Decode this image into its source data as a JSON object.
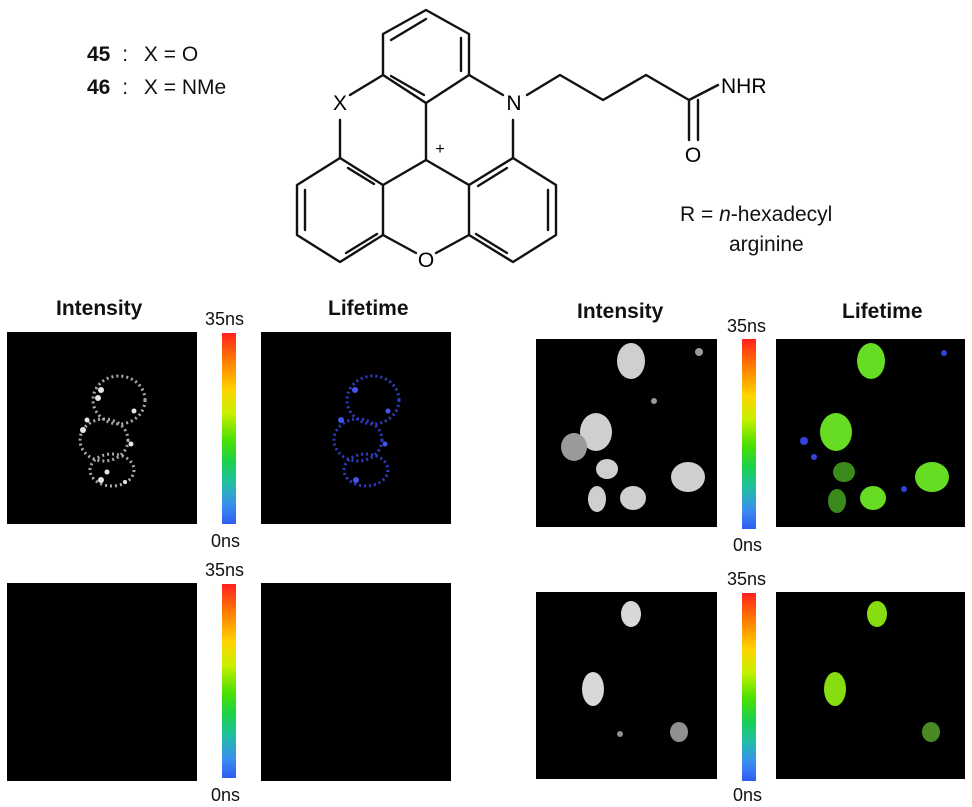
{
  "compounds": {
    "c45": {
      "number": "45",
      "sep": ":",
      "formula": "X = O"
    },
    "c46": {
      "number": "46",
      "sep": ":",
      "formula": "X = NMe"
    }
  },
  "structure": {
    "atom_x": "X",
    "atom_n": "N",
    "atom_o_ring": "O",
    "atom_o_carbonyl": "O",
    "charge": "+",
    "amide": "NHR"
  },
  "substituent": {
    "prefix": "R = ",
    "italic": "n",
    "rest": "-hexadecyl",
    "line2": "arginine"
  },
  "panels": {
    "intensity_label": "Intensity",
    "lifetime_label": "Lifetime"
  },
  "scale": {
    "max": "35ns",
    "min": "0ns"
  },
  "colors": {
    "scale_top": "#ff2020",
    "scale_bottom": "#2f5cf2",
    "lifetime_blue": "#3344dd",
    "lifetime_green": "#66dd22"
  }
}
